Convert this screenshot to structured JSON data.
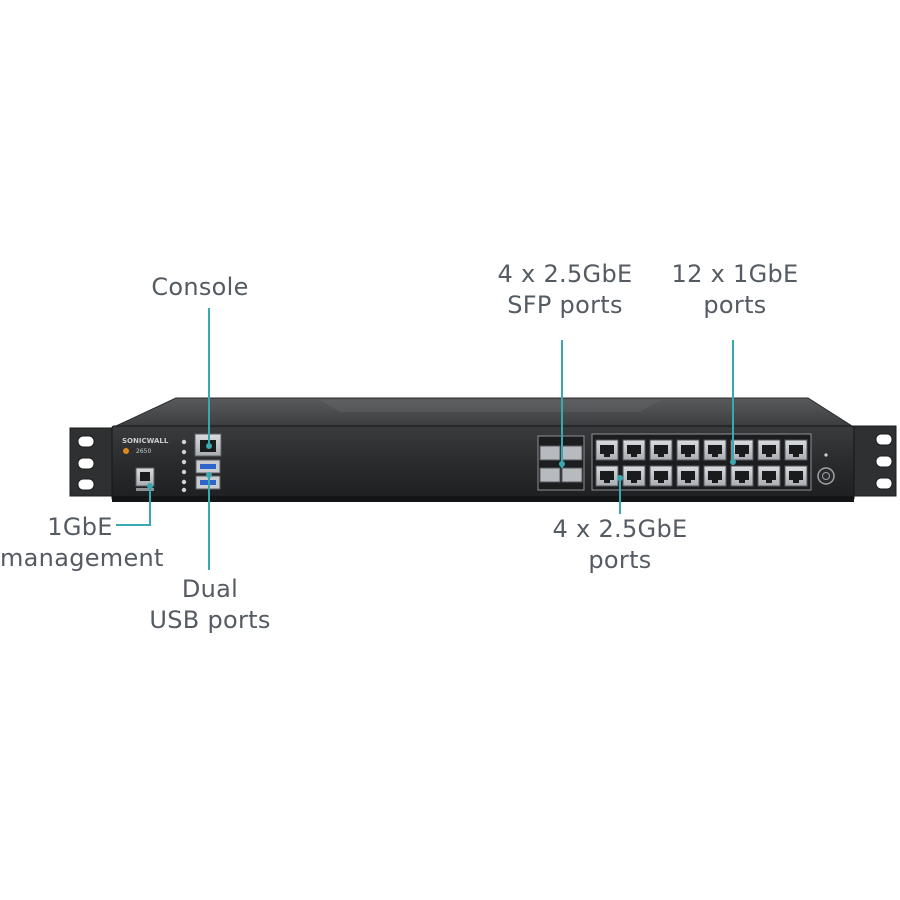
{
  "labels": {
    "console": [
      "Console"
    ],
    "sfp_ports": [
      "4 x 2.5GbE",
      "SFP ports"
    ],
    "gbe_ports": [
      "12 x 1GbE",
      "ports"
    ],
    "management": [
      "1GbE",
      "management"
    ],
    "usb_ports": [
      "Dual",
      "USB ports"
    ],
    "gbe25_ports": [
      "4 x 2.5GbE",
      "ports"
    ]
  },
  "device": {
    "brand": "SONICWALL",
    "model": "2650",
    "rj45_port_count": 16,
    "sfp_port_count": 4
  },
  "colors": {
    "callout_line": "#3aa8b0",
    "label_text": "#555b63",
    "chassis": "#2b2c2e",
    "chassis_top": "#48494b"
  }
}
